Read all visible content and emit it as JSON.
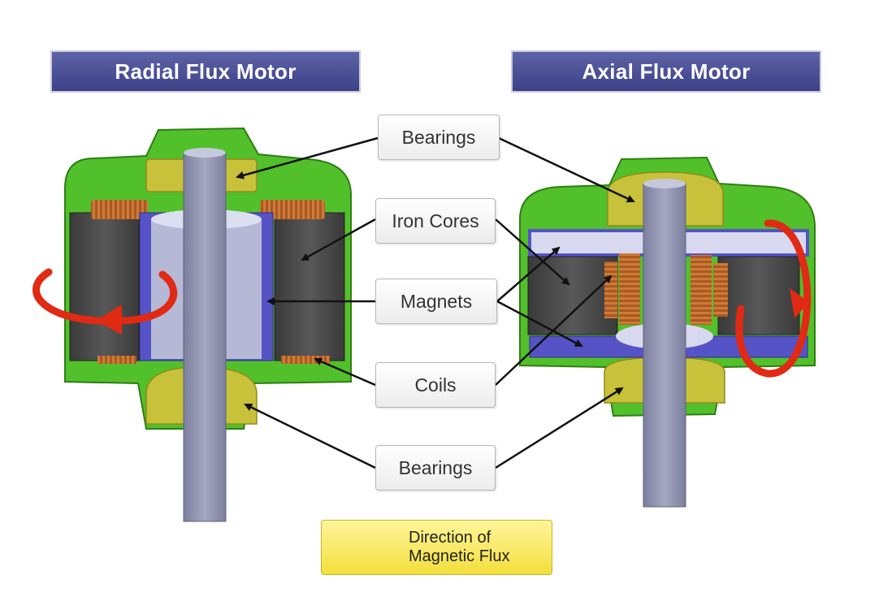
{
  "titles": {
    "left": "Radial Flux Motor",
    "right": "Axial Flux Motor"
  },
  "labels": {
    "bearings_top": "Bearings",
    "iron_cores": "Iron Cores",
    "magnets": "Magnets",
    "coils": "Coils",
    "bearings_bottom": "Bearings"
  },
  "legend": {
    "line1": "Direction of",
    "line2": "Magnetic Flux"
  },
  "colors": {
    "housing": "#4fbe2a",
    "housing_dark": "#2f8a18",
    "bearing": "#c9c23a",
    "shaft": "#8f93ad",
    "magnet": "#5653c6",
    "iron_core": "#4b4b4b",
    "coil": "#b8642a",
    "flux_arrow": "#e02a14",
    "banner": "#454a91"
  }
}
